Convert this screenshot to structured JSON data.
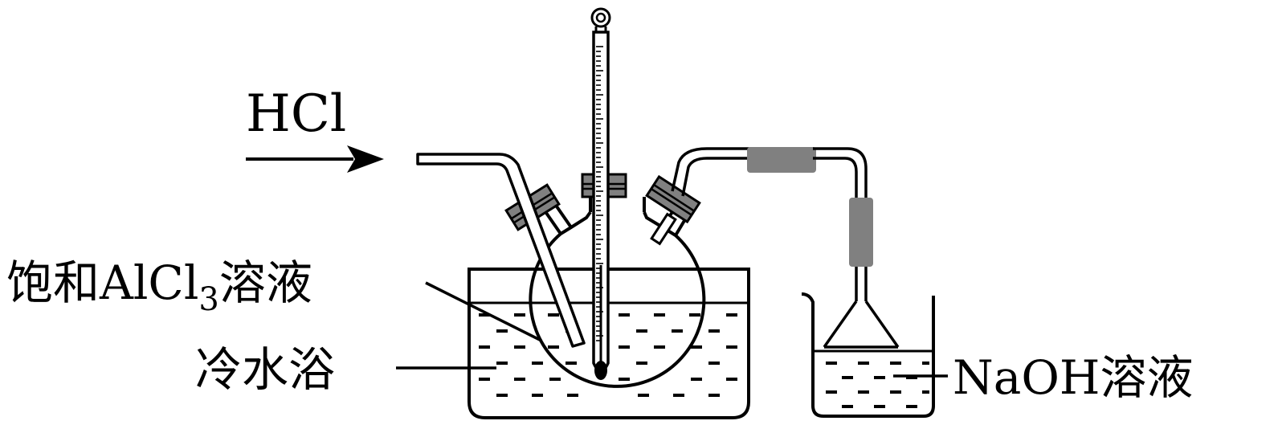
{
  "labels": {
    "gas": "HCl",
    "flask_liquid": "饱和AlCl",
    "flask_liquid_sub": "3",
    "flask_liquid_tail": "溶液",
    "bath": "冷水浴",
    "beaker_liquid": "NaOH溶液"
  },
  "colors": {
    "line": "#000000",
    "stopper": "#808080",
    "background": "#ffffff"
  }
}
